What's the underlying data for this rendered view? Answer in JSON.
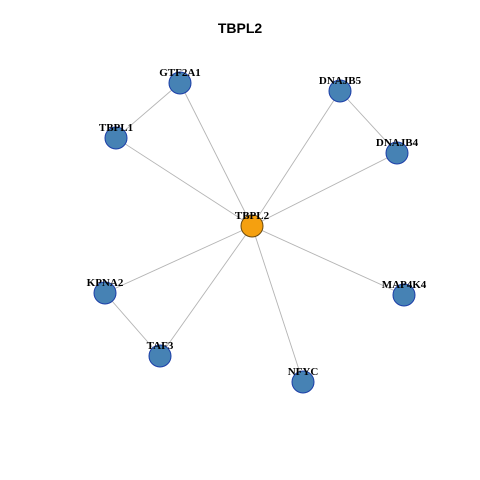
{
  "title": "TBPL2",
  "colors": {
    "center_fill": "#f5a00f",
    "neighbor_fill": "#4682b4",
    "node_stroke": "#1c3ea8",
    "center_stroke": "#6b4a10",
    "edge": "#b4b4b4"
  },
  "graph": {
    "center": "TBPL2",
    "nodes": [
      {
        "id": "TBPL2",
        "label": "TBPL2",
        "role": "center"
      },
      {
        "id": "GTF2A1",
        "label": "GTF2A1",
        "role": "neighbor"
      },
      {
        "id": "TBPL1",
        "label": "TBPL1",
        "role": "neighbor"
      },
      {
        "id": "DNAJB5",
        "label": "DNAJB5",
        "role": "neighbor"
      },
      {
        "id": "DNAJB4",
        "label": "DNAJB4",
        "role": "neighbor"
      },
      {
        "id": "KPNA2",
        "label": "KPNA2",
        "role": "neighbor"
      },
      {
        "id": "TAF3",
        "label": "TAF3",
        "role": "neighbor"
      },
      {
        "id": "NFYC",
        "label": "NFYC",
        "role": "neighbor"
      },
      {
        "id": "MAP4K4",
        "label": "MAP4K4",
        "role": "neighbor"
      }
    ],
    "edges": [
      [
        "TBPL2",
        "GTF2A1"
      ],
      [
        "TBPL2",
        "TBPL1"
      ],
      [
        "TBPL2",
        "DNAJB5"
      ],
      [
        "TBPL2",
        "DNAJB4"
      ],
      [
        "TBPL2",
        "KPNA2"
      ],
      [
        "TBPL2",
        "TAF3"
      ],
      [
        "TBPL2",
        "NFYC"
      ],
      [
        "TBPL2",
        "MAP4K4"
      ],
      [
        "GTF2A1",
        "TBPL1"
      ],
      [
        "DNAJB5",
        "DNAJB4"
      ],
      [
        "KPNA2",
        "TAF3"
      ]
    ]
  }
}
